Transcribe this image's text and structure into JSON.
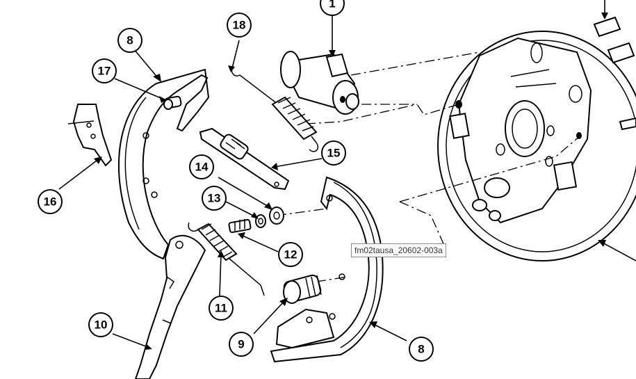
{
  "callouts": [
    {
      "id": "c1",
      "label": "1"
    },
    {
      "id": "c8a",
      "label": "8"
    },
    {
      "id": "c8b",
      "label": "8"
    },
    {
      "id": "c9",
      "label": "9"
    },
    {
      "id": "c10",
      "label": "10"
    },
    {
      "id": "c11",
      "label": "11"
    },
    {
      "id": "c12",
      "label": "12"
    },
    {
      "id": "c13",
      "label": "13"
    },
    {
      "id": "c14",
      "label": "14"
    },
    {
      "id": "c15",
      "label": "15"
    },
    {
      "id": "c16",
      "label": "16"
    },
    {
      "id": "c17",
      "label": "17"
    },
    {
      "id": "c18",
      "label": "18"
    }
  ],
  "figure_tag": "fm02tausa_20602-003a"
}
